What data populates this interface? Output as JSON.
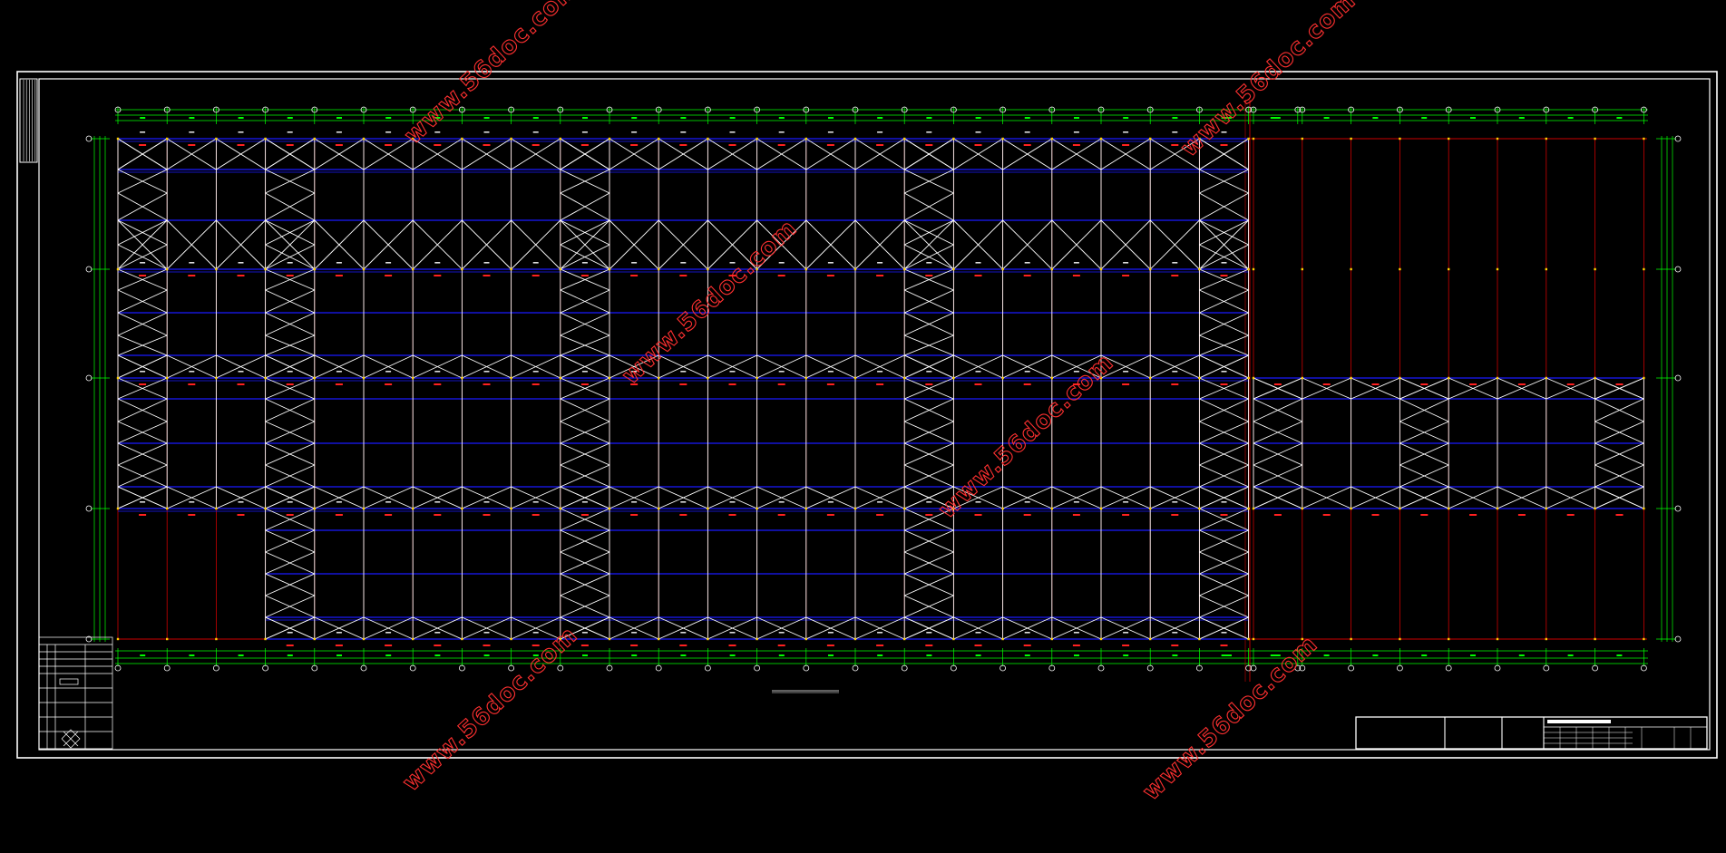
{
  "drawing": {
    "watermarks": [
      {
        "text": "www.56doc.com"
      },
      {
        "text": "www.56doc.com"
      },
      {
        "text": "www.56doc.com"
      },
      {
        "text": "www.56doc.com"
      },
      {
        "text": "www.56doc.com"
      },
      {
        "text": "www.56doc.com"
      }
    ],
    "colors": {
      "background": "#000000",
      "frame": "#ffffff",
      "axis": "#00ff00",
      "column_line": "#cc0000",
      "purlin": "#1a1aff",
      "bracing": "#ffffff",
      "label_red": "#ff2020",
      "watermark": "#ff3030"
    }
  }
}
